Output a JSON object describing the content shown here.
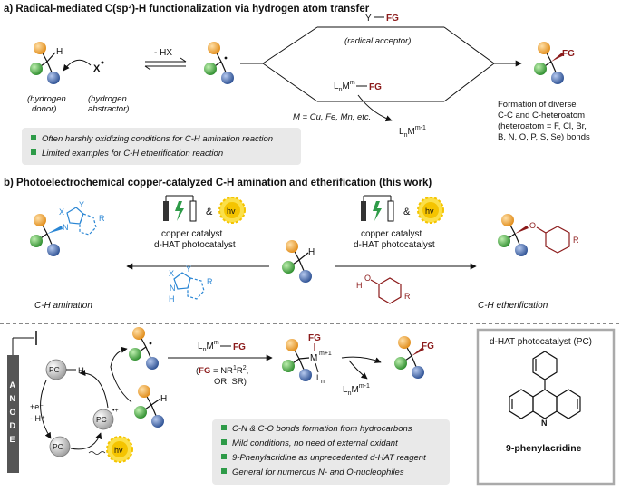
{
  "colors": {
    "orange": "#f2a33a",
    "green": "#3ea63e",
    "blue_ball": "#3a64a8",
    "fg_red": "#8b1a1a",
    "nucleophile_blue": "#2a86d4",
    "bullet_green": "#2e9b48",
    "box_gray": "#e9e9e9",
    "anode": "#555555",
    "pc_gray": "#d0d0d0",
    "hv_yellow": "#f5c400"
  },
  "panel_a": {
    "title": "a) Radical-mediated C(sp³)-H functionalization via hydrogen atom transfer",
    "h_label": "H",
    "x_label": "X",
    "minus_hx": "- HX",
    "h_donor": [
      "(hydrogen",
      "donor)"
    ],
    "h_abstractor": [
      "(hydrogen",
      "abstractor)"
    ],
    "y_label": "Y",
    "fg": "FG",
    "radical_acceptor": "(radical acceptor)",
    "lnmm": "LnMm",
    "lnmm1": "LnMm-1",
    "metals": "M = Cu, Fe, Mn, etc.",
    "bullets": [
      "Often harshly oxidizing conditions for C-H amination reaction",
      "Limited examples for C-H etherification reaction"
    ],
    "formation": [
      "Formation of diverse",
      "C-C and C-heteroatom",
      "(heteroatom = F, Cl, Br,",
      "B, N, O, P, S, Se) bonds"
    ]
  },
  "panel_b": {
    "title": "b) Photoelectrochemical copper-catalyzed C-H amination and etherification (this work)",
    "amp": "&",
    "hv": "hv",
    "copper": "copper catalyst",
    "dhat": "d-HAT photocatalyst",
    "amination": "C-H amination",
    "etherification": "C-H etherification",
    "x": "X",
    "y": "Y",
    "n": "N",
    "h": "H",
    "o": "O",
    "r": "R"
  },
  "panel_c": {
    "anode": [
      "A",
      "N",
      "O",
      "D",
      "E"
    ],
    "pc": "PC",
    "pc_h": "H",
    "plus_e": "+e⁻",
    "minus_h": "- H⁺",
    "dot_plus": "•+",
    "h": "H",
    "lnmm_fg": "LnM",
    "fg": "FG",
    "fg_eq": [
      "(FG = NR¹R²,",
      "OR, SR)"
    ],
    "mm1": "m+1",
    "ln": "Ln",
    "bullets": [
      "C-N & C-O bonds formation from hydrocarbons",
      "Mild conditions, no need of external oxidant",
      "9-Phenylacridine as unprecedented d-HAT reagent",
      "General for numerous N- and O-nucleophiles"
    ],
    "pc_box_title": "d-HAT photocatalyst (PC)",
    "pc_name": "9-phenylacridine",
    "acridine_n": "N"
  }
}
